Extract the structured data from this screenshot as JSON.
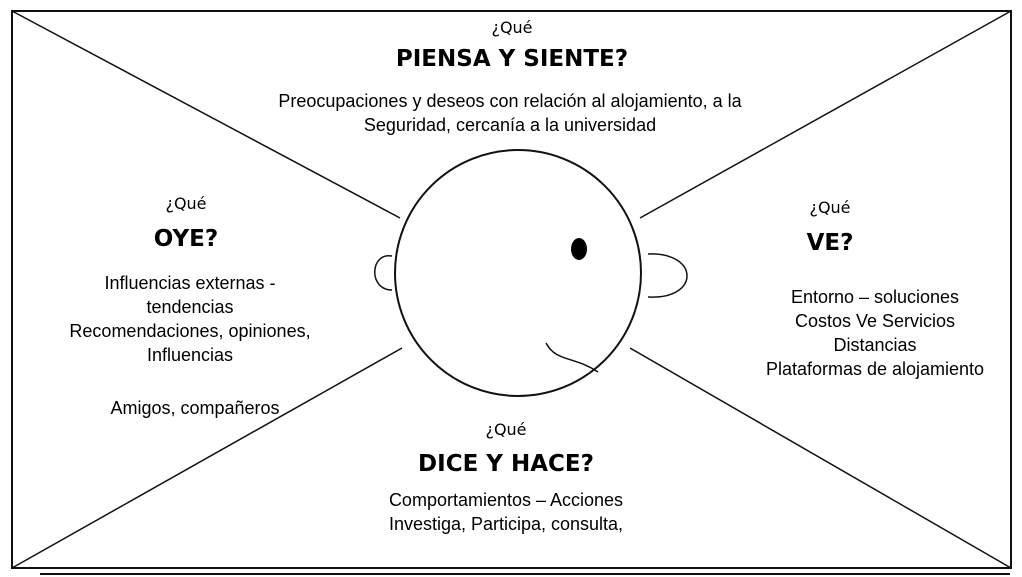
{
  "top": {
    "question": "¿Qué",
    "heading": "PIENSA Y SIENTE?",
    "lines": [
      "Preocupaciones y deseos con relación al alojamiento, a la",
      "Seguridad, cercanía a la universidad"
    ]
  },
  "left": {
    "question": "¿Qué",
    "heading": "OYE?",
    "lines": [
      "Influencias externas -",
      "tendencias",
      "Recomendaciones, opiniones,",
      "Influencias"
    ],
    "extra": "Amigos, compañeros"
  },
  "right": {
    "question": "¿Qué",
    "heading": "VE?",
    "lines": [
      "Entorno – soluciones",
      "Costos Ve Servicios",
      "Distancias",
      "Plataformas de alojamiento"
    ]
  },
  "bottom": {
    "question": "¿Qué",
    "heading": "DICE Y HACE?",
    "lines": [
      "Comportamientos – Acciones",
      "Investiga, Participa, consulta,"
    ]
  },
  "colors": {
    "stroke": "#111111",
    "text": "#000000",
    "background": "#ffffff"
  }
}
